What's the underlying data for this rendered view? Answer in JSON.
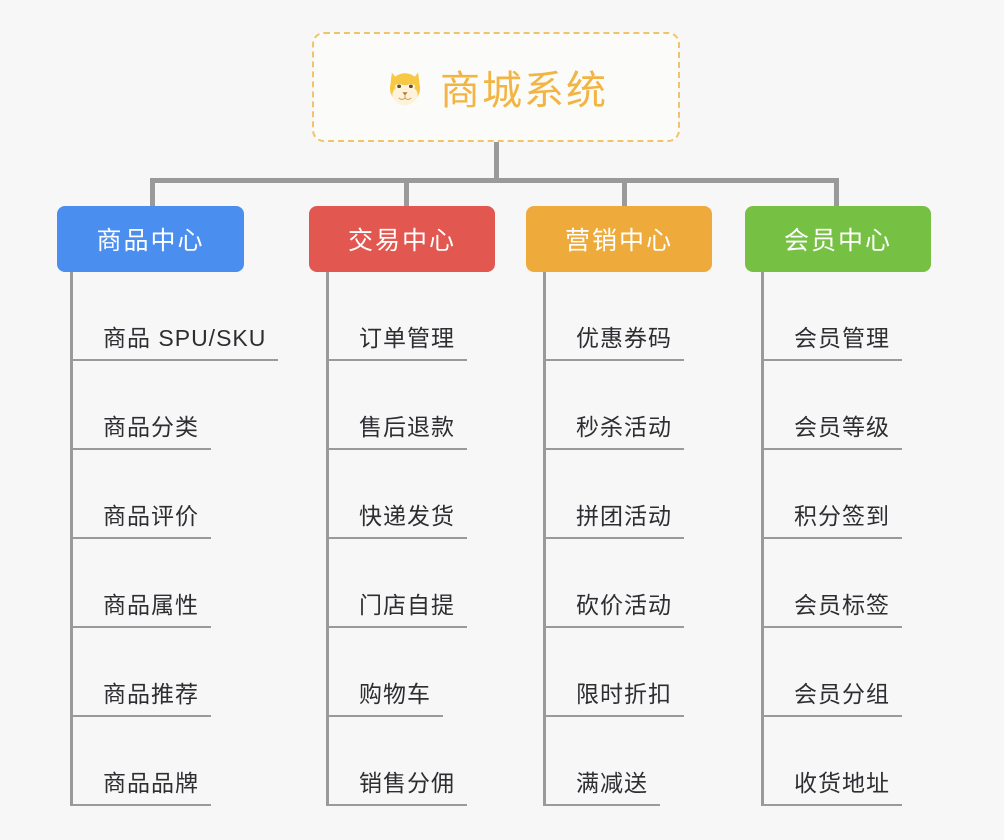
{
  "canvas": {
    "background": "#f7f7f7",
    "connector_color": "#9a9a9a"
  },
  "root": {
    "title": "商城系统",
    "icon": "dog-face-emoji",
    "icon_glyph": "🐶",
    "border_color": "#f2c46a",
    "text_color": "#f2b544",
    "background": "#fbfbfa"
  },
  "categories": [
    {
      "label": "商品中心",
      "color": "#4a8ef0",
      "items": [
        "商品 SPU/SKU",
        "商品分类",
        "商品评价",
        "商品属性",
        "商品推荐",
        "商品品牌"
      ]
    },
    {
      "label": "交易中心",
      "color": "#e2574f",
      "items": [
        "订单管理",
        "售后退款",
        "快递发货",
        "门店自提",
        "购物车",
        "销售分佣"
      ]
    },
    {
      "label": "营销中心",
      "color": "#eeab3c",
      "items": [
        "优惠券码",
        "秒杀活动",
        "拼团活动",
        "砍价活动",
        "限时折扣",
        "满减送"
      ]
    },
    {
      "label": "会员中心",
      "color": "#77c košice"
    }
  ]
}
